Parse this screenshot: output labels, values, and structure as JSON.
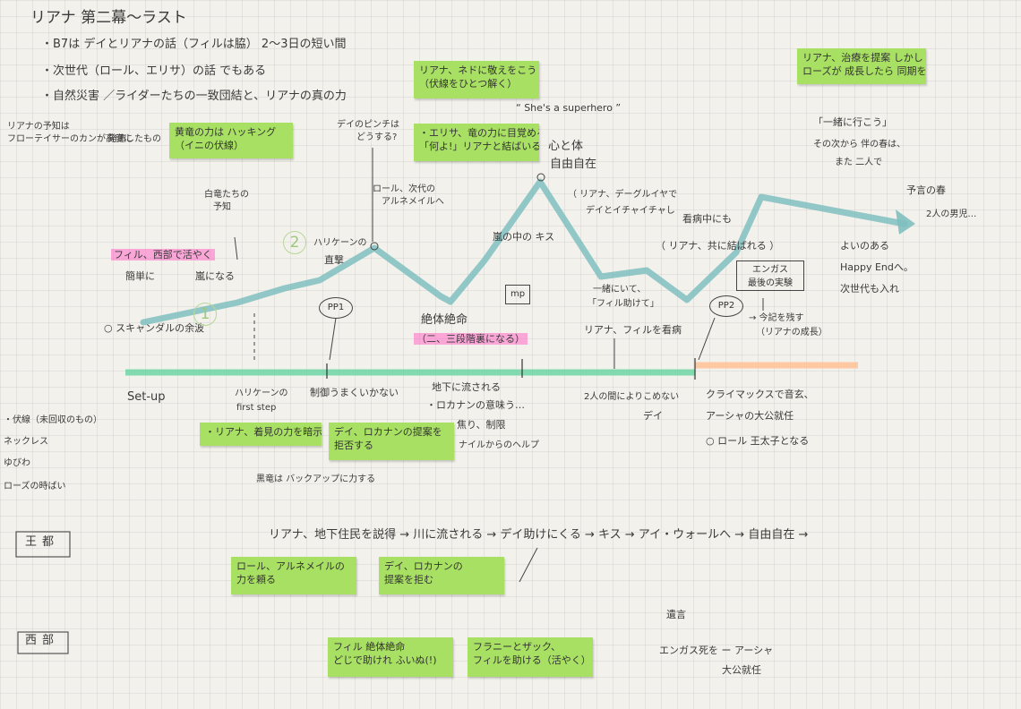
{
  "title": "リアナ 第二幕～ラスト",
  "intro_lines": [
    "・B7は デイとリアナの話（フィルは脇） 2～3日の短い間",
    "・次世代（ロール、エリサ）の話 でもある",
    "・自然災害 ／ライダーたちの一致団結と、リアナの真の力"
  ],
  "left_note": [
    "リアナの予知は",
    "フローテイサーのカンが高度に",
    "発達したもの"
  ],
  "sticky_notes": [
    {
      "id": "n1",
      "lines": [
        "黄竜の力は ハッキング",
        "（イニの伏線）"
      ]
    },
    {
      "id": "n2",
      "lines": [
        "リアナ、ネドに敬えをこう",
        "（伏線をひとつ解く）"
      ]
    },
    {
      "id": "n3",
      "lines": [
        "・エリサ、竜の力に目覚める",
        "「何よ!」リアナと結ばいる"
      ]
    },
    {
      "id": "n4",
      "lines": [
        "リアナ、治療を提案 しかし 遅う",
        "ローズが 成長したら 同期を"
      ]
    },
    {
      "id": "n5",
      "lines": [
        "・リアナ、着見の力を暗示"
      ]
    },
    {
      "id": "n6",
      "lines": [
        "デイ、ロカナンの提案を",
        "拒否する"
      ]
    },
    {
      "id": "n7",
      "lines": [
        "ロール、アルネメイルの",
        "力を頼る"
      ]
    },
    {
      "id": "n8",
      "lines": [
        "デイ、ロカナンの",
        "提案を拒む"
      ]
    },
    {
      "id": "n9",
      "lines": [
        "フィル 絶体絶命",
        "どじで助けれ ふいぬ(!)"
      ]
    },
    {
      "id": "n10",
      "lines": [
        "フラニーとザック、",
        "フィルを助ける（活やく）"
      ]
    }
  ],
  "plot_labels": [
    {
      "id": "scandal",
      "text": "○ スキャンダルの余波"
    },
    {
      "id": "phil_west",
      "text": "フィル、西部で活やく"
    },
    {
      "id": "easy",
      "text": "簡単に"
    },
    {
      "id": "storm",
      "text": "嵐になる"
    },
    {
      "id": "hakuryu",
      "lines": [
        "白竜たちの",
        "予知"
      ]
    },
    {
      "id": "hurricane_attack",
      "lines": [
        "ハリケーンの",
        "直撃"
      ]
    },
    {
      "id": "pinch",
      "lines": [
        "デイのピンチは",
        "どうする?"
      ]
    },
    {
      "id": "roll_ask",
      "lines": [
        "ロール、次代の",
        "アルネメイルへ"
      ]
    },
    {
      "id": "superhero",
      "text": "“ She's a superhero ”"
    },
    {
      "id": "heart_body",
      "lines": [
        "心と体",
        "自由自在"
      ]
    },
    {
      "id": "desperate",
      "text": "絶体絶命"
    },
    {
      "id": "triple",
      "text": "（二、三段階裏になる）"
    },
    {
      "id": "kiss",
      "text": "嵐の中の キス"
    },
    {
      "id": "mp",
      "text": "mp"
    },
    {
      "id": "reliana",
      "lines": [
        "（ リアナ、デーグルイヤで",
        "デイとイチャイチャし"
      ]
    },
    {
      "id": "hospital",
      "text": "看病中にも"
    },
    {
      "id": "rest_together",
      "text": "（ リアナ、共に結ばれる ）"
    },
    {
      "id": "together",
      "lines": [
        "一緒にいて、",
        "「フィル助けて」"
      ]
    },
    {
      "id": "liana_care",
      "text": "リアナ、フィルを看病"
    },
    {
      "id": "engas",
      "lines": [
        "エンガス",
        "最後の実験"
      ]
    },
    {
      "id": "memory",
      "lines": [
        "→ 今記を残す",
        "（リアナの成長）"
      ]
    },
    {
      "id": "pp1",
      "text": "PP1"
    },
    {
      "id": "pp2",
      "text": "PP2"
    },
    {
      "id": "circle1",
      "text": "1"
    },
    {
      "id": "circle2",
      "text": "2"
    },
    {
      "id": "ippo",
      "lines": [
        "「一緒に行こう」",
        "その次から 伴の春は、",
        "また 二人で"
      ]
    },
    {
      "id": "prophecy",
      "text": "予言の春"
    },
    {
      "id": "two_men",
      "text": "2人の男児…"
    },
    {
      "id": "happy",
      "lines": [
        "よいのある",
        "Happy Endへ。",
        "次世代も入れ"
      ]
    }
  ],
  "timeline_labels": [
    {
      "id": "setup",
      "text": "Set-up"
    },
    {
      "id": "first_step",
      "lines": [
        "ハリケーンの",
        "first step"
      ]
    },
    {
      "id": "control",
      "text": "制御うまくいかない"
    },
    {
      "id": "underground",
      "lines": [
        "地下に流される",
        "・ロカナンの意味う…"
      ]
    },
    {
      "id": "frustration",
      "lines": [
        "焦り、制限",
        "ナイルからのヘルプ"
      ]
    },
    {
      "id": "between_two",
      "lines": [
        "2人の間によりこめない",
        "デイ"
      ]
    },
    {
      "id": "climax",
      "lines": [
        "クライマックスで音玄、",
        "アーシャの大公就任"
      ]
    },
    {
      "id": "roll_king",
      "text": "○ ロール 王太子となる"
    }
  ],
  "left_list": [
    "・伏線（未回収のもの）",
    "ネックレス",
    "ゆびわ",
    "ローズの時ばい"
  ],
  "kurose": "黒竜は バックアップに力する",
  "capital_label": "王都",
  "west_label": "西部",
  "capital_flow": "リアナ、地下住民を説得 → 川に流される → デイ助けにくる → キス → アイ・ウォールへ → 自由自在 →",
  "west_right": {
    "title": "遺言",
    "line1": "エンガス死を ー アーシャ",
    "line2": "大公就任"
  },
  "colors": {
    "sticky": "#a8e063",
    "plotline": "#7fbfbf",
    "timeline_green": "#6fd6a6",
    "timeline_orange": "#ffc49a",
    "pink": "#ff69c8"
  }
}
